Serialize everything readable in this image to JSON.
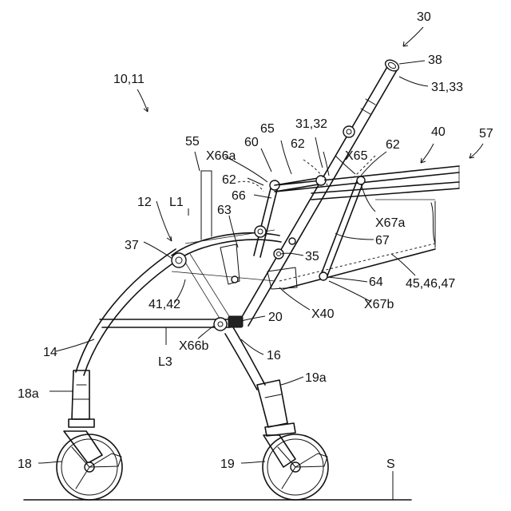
{
  "figure": {
    "labels": {
      "l30": "30",
      "l38": "38",
      "l31_33": "31,33",
      "l10_11": "10,11",
      "l31_32": "31,32",
      "l40": "40",
      "l57": "57",
      "l55": "55",
      "l65": "65",
      "l60": "60",
      "lX66a": "X66a",
      "l62a": "62",
      "l62b": "62",
      "l62c": "62",
      "lX65": "X65",
      "l12": "12",
      "lL1": "L1",
      "l66": "66",
      "l63": "63",
      "lX67a": "X67a",
      "l37": "37",
      "l35": "35",
      "l67": "67",
      "l64": "64",
      "l45_47": "45,46,47",
      "l41_42": "41,42",
      "lX67b": "X67b",
      "l20": "20",
      "lX40": "X40",
      "lX66b": "X66b",
      "l14": "14",
      "lL3": "L3",
      "l16": "16",
      "l19a": "19a",
      "l18a": "18a",
      "l18": "18",
      "l19": "19",
      "lS": "S"
    }
  }
}
